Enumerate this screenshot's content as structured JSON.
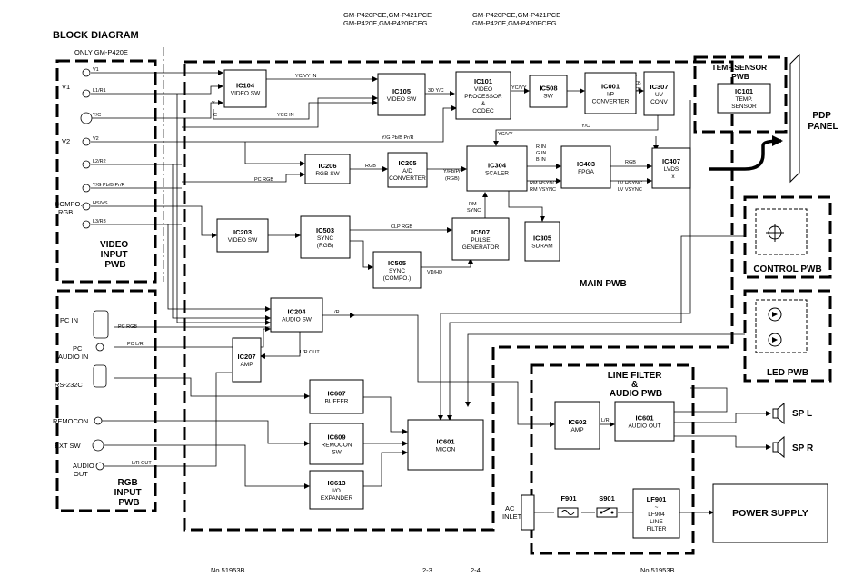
{
  "header": {
    "title": "BLOCK DIAGRAM",
    "models_left_1": "GM-P420PCE,GM-P421PCE",
    "models_left_2": "GM-P420E,GM-P420PCEG",
    "models_right_1": "GM-P420PCE,GM-P421PCE",
    "models_right_2": "GM-P420E,GM-P420PCEG",
    "only_note": "ONLY GM-P420E"
  },
  "footer": {
    "doc_no_left": "No.51953B",
    "page_left": "2-3",
    "page_right": "2-4",
    "doc_no_right": "No.51953B"
  },
  "boards": {
    "video_input": [
      "VIDEO",
      "INPUT",
      "PWB"
    ],
    "rgb_input": [
      "RGB",
      "INPUT",
      "PWB"
    ],
    "main": "MAIN PWB",
    "temp_sensor": [
      "TEMP.SENSOR",
      "PWB"
    ],
    "control": "CONTROL PWB",
    "led": "LED PWB",
    "line_filter": [
      "LINE FILTER",
      "&",
      "AUDIO PWB"
    ],
    "pdp": [
      "PDP",
      "PANEL"
    ]
  },
  "connectors": {
    "v1": "V1",
    "v2": "V2",
    "compo_rgb": [
      "COMPO.",
      "RGB"
    ],
    "pc_in": "PC IN",
    "pc_audio_in": [
      "PC",
      "AUDIO IN"
    ],
    "rs232c": "RS-232C",
    "remocon": "REMOCON",
    "ext_sw": "EXT SW",
    "audio_out": [
      "AUDIO",
      "OUT"
    ],
    "ac_inlet": [
      "AC",
      "INLET"
    ],
    "sp_l": "SP L",
    "sp_r": "SP R"
  },
  "blocks": {
    "ic104": [
      "IC104",
      "VIDEO SW"
    ],
    "ic105": [
      "IC105",
      "VIDEO SW"
    ],
    "ic101": [
      "IC101",
      "VIDEO",
      "PROCESSOR",
      "&",
      "CODEC"
    ],
    "ic508": [
      "IC508",
      "SW"
    ],
    "ic001": [
      "IC001",
      "I/P",
      "CONVERTER"
    ],
    "ic307": [
      "IC307",
      "UV",
      "CONV"
    ],
    "ic101_temp": [
      "IC101",
      "TEMP.",
      "SENSOR"
    ],
    "ic206": [
      "IC206",
      "RGB SW"
    ],
    "ic205": [
      "IC205",
      "A/D",
      "CONVERTER"
    ],
    "ic304": [
      "IC304",
      "SCALER"
    ],
    "ic403": [
      "IC403",
      "FPGA"
    ],
    "ic407": [
      "IC407",
      "LVDS",
      "Tx"
    ],
    "ic203": [
      "IC203",
      "VIDEO SW"
    ],
    "ic503": [
      "IC503",
      "SYNC",
      "(RGB)"
    ],
    "ic507": [
      "IC507",
      "PULSE",
      "GENERATOR"
    ],
    "ic305": [
      "IC305",
      "SDRAM"
    ],
    "ic505": [
      "IC505",
      "SYNC",
      "(COMPO.)"
    ],
    "ic204": [
      "IC204",
      "AUDIO SW"
    ],
    "ic207": [
      "IC207",
      "AMP"
    ],
    "ic607": [
      "IC607",
      "BUFFER"
    ],
    "ic609": [
      "IC609",
      "REMOCON",
      "SW"
    ],
    "ic613": [
      "IC613",
      "I/O",
      "EXPANDER"
    ],
    "ic601": [
      "IC601",
      "MICON"
    ],
    "ic602": [
      "IC602",
      "AMP"
    ],
    "ic601_audio": [
      "IC601",
      "AUDIO OUT"
    ],
    "f901": "F901",
    "s901": "S901",
    "lf901": [
      "LF901",
      "~",
      "LF904",
      "LINE",
      "FILTER"
    ],
    "power_supply": "POWER SUPPLY"
  },
  "signals": {
    "v1": "V1",
    "l1r1": "L1/R1",
    "yc": "Y/C",
    "v2": "V2",
    "l2r2": "L2/R2",
    "ygpbpr": "Y/G Pb/B Pr/R",
    "hsvs": "HS/VS",
    "l3r3": "L3/R3",
    "ycvy_in": "YC/VY IN",
    "y": "Y",
    "c": "C",
    "ycc_in": "YCC IN",
    "ygpbpr2": "Y/G Pb/B Pr/R",
    "three_d_yc": "3D Y/C",
    "ycvy": "YC/VY",
    "y_cb_cr": [
      "Y",
      "CB",
      "CR"
    ],
    "yc2": "Y/C",
    "ycvy2": "YC/VY",
    "pc_rgb": "PC RGB",
    "rgb": "RGB",
    "ypbpr_rgb": [
      "Y/Pb/Pr",
      "(RGB)"
    ],
    "rgb_in": [
      "R IN",
      "G IN",
      "B IN"
    ],
    "rm_sync_out": [
      "RM HSYNC",
      "RM VSYNC"
    ],
    "rgb2": "RGB",
    "lv_sync": [
      "LV HSYNC",
      "LV VSYNC"
    ],
    "rm_sync": [
      "RM",
      "SYNC"
    ],
    "clp_rgb": "CLP RGB",
    "vdhd": "VD/HD",
    "pc_rgb2": "PC RGB",
    "pc_lr": "PC L/R",
    "lr": "L/R",
    "lr_out": "L/R OUT",
    "lr_out2": "L/R OUT",
    "lr2": "L/R"
  }
}
